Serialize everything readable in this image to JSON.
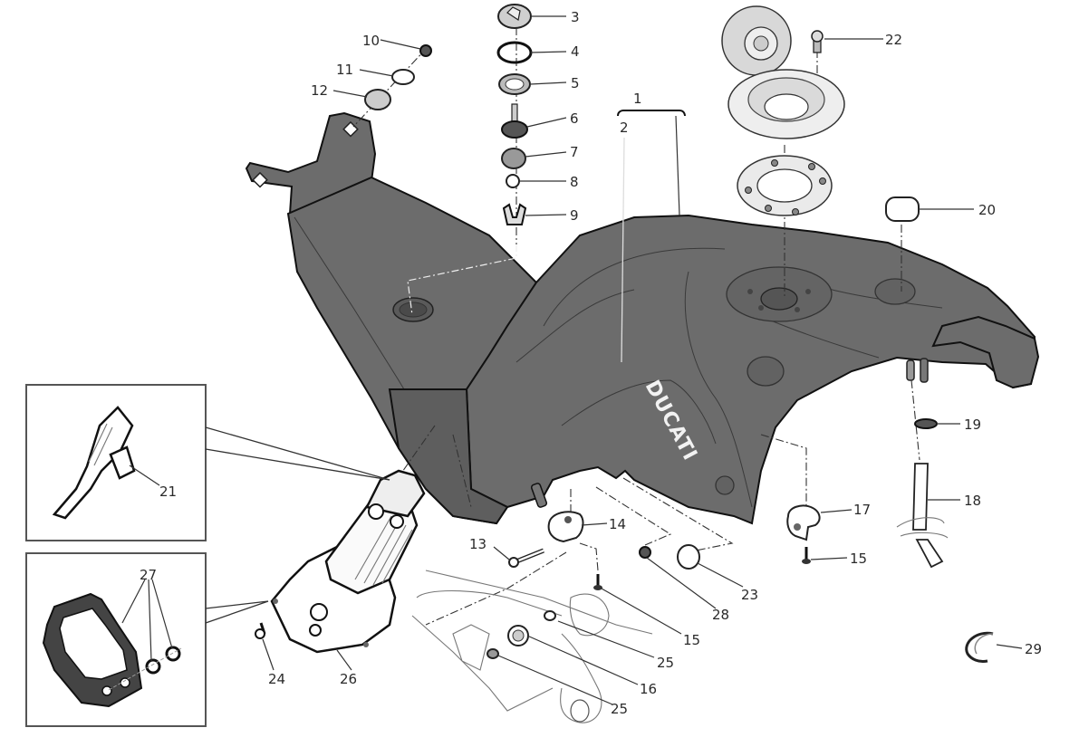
{
  "diagram": {
    "brand_text": "DUCATI",
    "colors": {
      "tank_fill": "#6c6c6c",
      "line": "#222222",
      "background": "#ffffff"
    },
    "callouts": [
      {
        "id": "c1",
        "label": "1"
      },
      {
        "id": "c2",
        "label": "2"
      },
      {
        "id": "c3",
        "label": "3"
      },
      {
        "id": "c4",
        "label": "4"
      },
      {
        "id": "c5",
        "label": "5"
      },
      {
        "id": "c6",
        "label": "6"
      },
      {
        "id": "c7",
        "label": "7"
      },
      {
        "id": "c8",
        "label": "8"
      },
      {
        "id": "c9",
        "label": "9"
      },
      {
        "id": "c10",
        "label": "10"
      },
      {
        "id": "c11",
        "label": "11"
      },
      {
        "id": "c12",
        "label": "12"
      },
      {
        "id": "c13",
        "label": "13"
      },
      {
        "id": "c14",
        "label": "14"
      },
      {
        "id": "c15a",
        "label": "15"
      },
      {
        "id": "c15b",
        "label": "15"
      },
      {
        "id": "c16",
        "label": "16"
      },
      {
        "id": "c17",
        "label": "17"
      },
      {
        "id": "c18",
        "label": "18"
      },
      {
        "id": "c19",
        "label": "19"
      },
      {
        "id": "c20",
        "label": "20"
      },
      {
        "id": "c21",
        "label": "21"
      },
      {
        "id": "c22",
        "label": "22"
      },
      {
        "id": "c23",
        "label": "23"
      },
      {
        "id": "c24",
        "label": "24"
      },
      {
        "id": "c25a",
        "label": "25"
      },
      {
        "id": "c25b",
        "label": "25"
      },
      {
        "id": "c26",
        "label": "26"
      },
      {
        "id": "c27",
        "label": "27"
      },
      {
        "id": "c28",
        "label": "28"
      },
      {
        "id": "c29",
        "label": "29"
      }
    ]
  }
}
